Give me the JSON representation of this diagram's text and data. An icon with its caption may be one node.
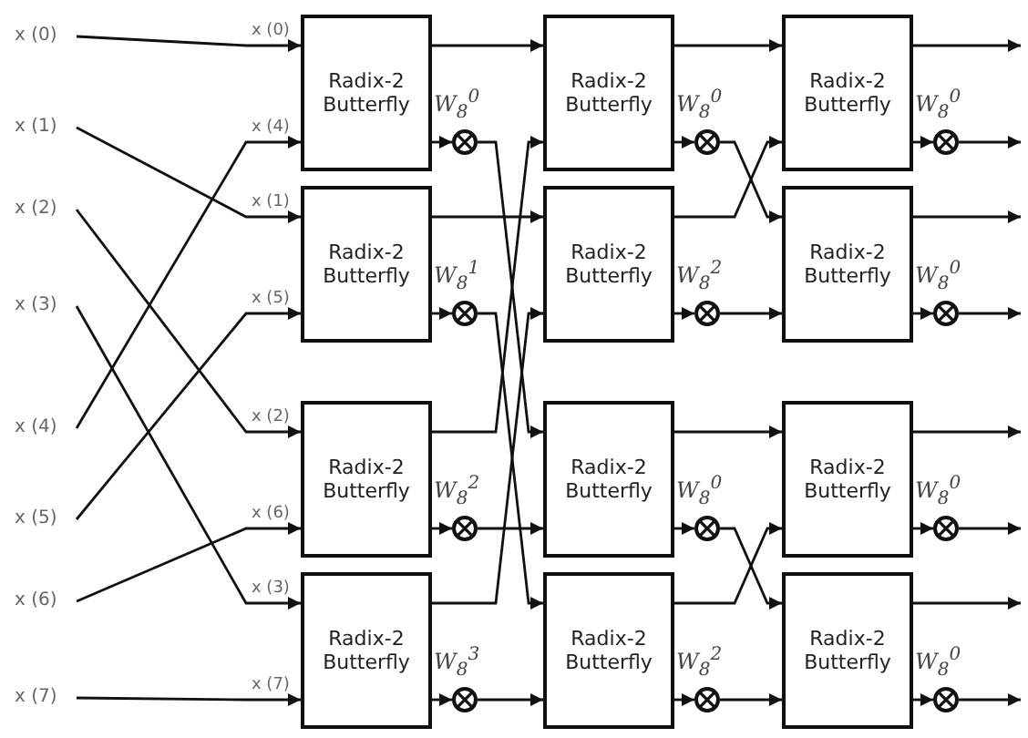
{
  "diagram": {
    "nodes": [
      {
        "text": [
          "x (0)"
        ]
      },
      {
        "text": [
          "x (1)"
        ]
      },
      {
        "text": [
          "x (2)"
        ]
      },
      {
        "text": [
          "x (3)"
        ]
      },
      {
        "text": [
          "x (4)"
        ]
      },
      {
        "text": [
          "x (5)"
        ]
      },
      {
        "text": [
          "x (6)"
        ]
      },
      {
        "text": [
          "x (7)"
        ]
      },
      {
        "text": [
          "Radix-2 Butterfly"
        ]
      },
      {
        "text": [
          "Radix-2 Butterfly"
        ]
      },
      {
        "text": [
          "Radix-2 Butterfly"
        ]
      },
      {
        "text": [
          "Radix-2 Butterfly"
        ]
      },
      {
        "text": [],
        "shape": "circle",
        "beside": [
          "W$_{8}$$^{0}$"
        ]
      },
      {
        "text": [],
        "shape": "circle",
        "beside": [
          "W$_{8}$$^{1}$"
        ]
      },
      {
        "text": [],
        "shape": "circle",
        "beside": [
          "W$_{8}$$^{2}$"
        ]
      },
      {
        "text": [],
        "shape": "circle",
        "beside": [
          "W$_{8}$$^{3}$"
        ]
      },
      {
        "text": [
          "Radix-2 Butterfly"
        ]
      },
      {
        "text": [
          "Radix-2 Butterfly"
        ]
      },
      {
        "text": [
          "Radix-2 Butterfly"
        ]
      },
      {
        "text": [
          "Radix-2 Butterfly"
        ]
      },
      {
        "text": [],
        "shape": "circle",
        "beside": [
          "W$_{8}$$^{0}$"
        ]
      },
      {
        "text": [],
        "shape": "circle",
        "beside": [
          "W$_{8}$$^{2}$"
        ]
      },
      {
        "text": [],
        "shape": "circle",
        "beside": [
          "W$_{8}$$^{0}$"
        ]
      },
      {
        "text": [],
        "shape": "circle",
        "beside": [
          "W$_{8}$$^{2}$"
        ]
      },
      {
        "text": [
          "Radix-2 Butterfly"
        ]
      },
      {
        "text": [
          "Radix-2 Butterfly"
        ]
      },
      {
        "text": [
          "Radix-2 Butterfly"
        ]
      },
      {
        "text": [
          "Radix-2 Butterfly"
        ]
      },
      {
        "text": [],
        "shape": "circle",
        "beside": [
          "W$_{8}$$^{0}$"
        ]
      },
      {
        "text": [],
        "shape": "circle",
        "beside": [
          "W$_{8}$$^{0}$"
        ]
      },
      {
        "text": [],
        "shape": "circle",
        "beside": [
          "W$_{8}$$^{0}$"
        ]
      },
      {
        "text": [],
        "shape": "circle",
        "beside": [
          "W$_{8}$$^{0}$"
        ]
      }
    ],
    "edges": [
      {
        "from": 0,
        "to": 8,
        "arrow": "to",
        "label": "x (0)"
      },
      {
        "from": 4,
        "to": 8,
        "arrow": "to",
        "label": "x (4)"
      },
      {
        "from": 1,
        "to": 9,
        "arrow": "to",
        "label": "x (1)"
      },
      {
        "from": 5,
        "to": 9,
        "arrow": "to",
        "label": "x (5)"
      },
      {
        "from": 2,
        "to": 10,
        "arrow": "to",
        "label": "x (2)"
      },
      {
        "from": 6,
        "to": 10,
        "arrow": "to",
        "label": "x (6)"
      },
      {
        "from": 3,
        "to": 11,
        "arrow": "to",
        "label": "x (3)"
      },
      {
        "from": 7,
        "to": 11,
        "arrow": "to",
        "label": "x (7)"
      },
      {
        "from": 8,
        "to": 12,
        "arrow": "to"
      },
      {
        "from": 9,
        "to": 13,
        "arrow": "to"
      },
      {
        "from": 10,
        "to": 14,
        "arrow": "to"
      },
      {
        "from": 11,
        "to": 15,
        "arrow": "to"
      },
      {
        "from": 8,
        "to": 16,
        "arrow": "to"
      },
      {
        "from": 12,
        "to": 18,
        "arrow": "to"
      },
      {
        "from": 9,
        "to": 17,
        "arrow": "to"
      },
      {
        "from": 13,
        "to": 19,
        "arrow": "to"
      },
      {
        "from": 10,
        "to": 16,
        "arrow": "to"
      },
      {
        "from": 14,
        "to": 18,
        "arrow": "to"
      },
      {
        "from": 11,
        "to": 17,
        "arrow": "to"
      },
      {
        "from": 15,
        "to": 19,
        "arrow": "to"
      },
      {
        "from": 16,
        "to": 20,
        "arrow": "to"
      },
      {
        "from": 17,
        "to": 21,
        "arrow": "to"
      },
      {
        "from": 18,
        "to": 22,
        "arrow": "to"
      },
      {
        "from": 19,
        "to": 23,
        "arrow": "to"
      },
      {
        "from": 16,
        "to": 24,
        "arrow": "to"
      },
      {
        "from": 20,
        "to": 25,
        "arrow": "to"
      },
      {
        "from": 17,
        "to": 24,
        "arrow": "to"
      },
      {
        "from": 21,
        "to": 25,
        "arrow": "to"
      },
      {
        "from": 18,
        "to": 26,
        "arrow": "to"
      },
      {
        "from": 22,
        "to": 27,
        "arrow": "to"
      },
      {
        "from": 19,
        "to": 26,
        "arrow": "to"
      },
      {
        "from": 23,
        "to": 27,
        "arrow": "to"
      },
      {
        "from": 24,
        "to": 28,
        "arrow": "to"
      },
      {
        "from": 25,
        "to": 29,
        "arrow": "to"
      },
      {
        "from": 26,
        "to": 30,
        "arrow": "to"
      },
      {
        "from": 27,
        "to": 31,
        "arrow": "to"
      },
      {
        "from": 24,
        "to": null,
        "arrow": "to"
      },
      {
        "from": 28,
        "to": null,
        "arrow": "to"
      },
      {
        "from": 25,
        "to": null,
        "arrow": "to"
      },
      {
        "from": 29,
        "to": null,
        "arrow": "to"
      },
      {
        "from": 26,
        "to": null,
        "arrow": "to"
      },
      {
        "from": 30,
        "to": null,
        "arrow": "to"
      },
      {
        "from": 27,
        "to": null,
        "arrow": "to"
      },
      {
        "from": 31,
        "to": null,
        "arrow": "to"
      }
    ]
  }
}
